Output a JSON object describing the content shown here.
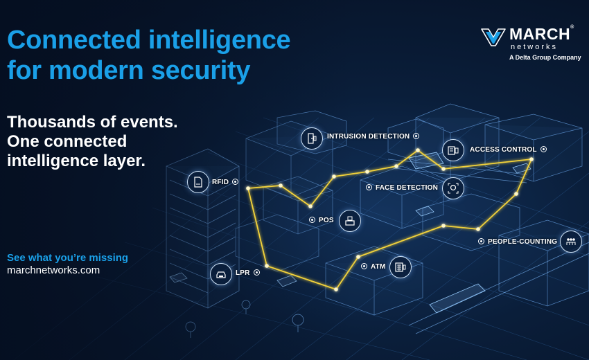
{
  "headline": {
    "line1": "Connected intelligence",
    "line2": "for modern security"
  },
  "tagline": {
    "line1": "Thousands of events.",
    "line2": "One connected",
    "line3": "intelligence layer."
  },
  "cta": {
    "text": "See what you’re missing",
    "url": "marchnetworks.com"
  },
  "logo": {
    "name": "MARCH",
    "registered": "®",
    "sub": "networks",
    "parent": "A Delta Group Company"
  },
  "hotspots": {
    "intrusion": {
      "label": "INTRUSION DETECTION",
      "icon": "door-sensor-icon"
    },
    "access": {
      "label": "ACCESS CONTROL",
      "icon": "keycard-reader-icon"
    },
    "rfid": {
      "label": "RFID",
      "icon": "rfid-tag-icon"
    },
    "face": {
      "label": "FACE DETECTION",
      "icon": "face-scan-icon"
    },
    "pos": {
      "label": "POS",
      "icon": "cash-register-icon"
    },
    "people": {
      "label": "PEOPLE-COUNTING",
      "icon": "people-group-icon"
    },
    "lpr": {
      "label": "LPR",
      "icon": "license-plate-car-icon"
    },
    "atm": {
      "label": "ATM",
      "icon": "atm-keypad-icon"
    }
  },
  "colors": {
    "accent_blue": "#1aa0e8",
    "network_line": "#f2d23a",
    "background": "#0a1e3a"
  }
}
